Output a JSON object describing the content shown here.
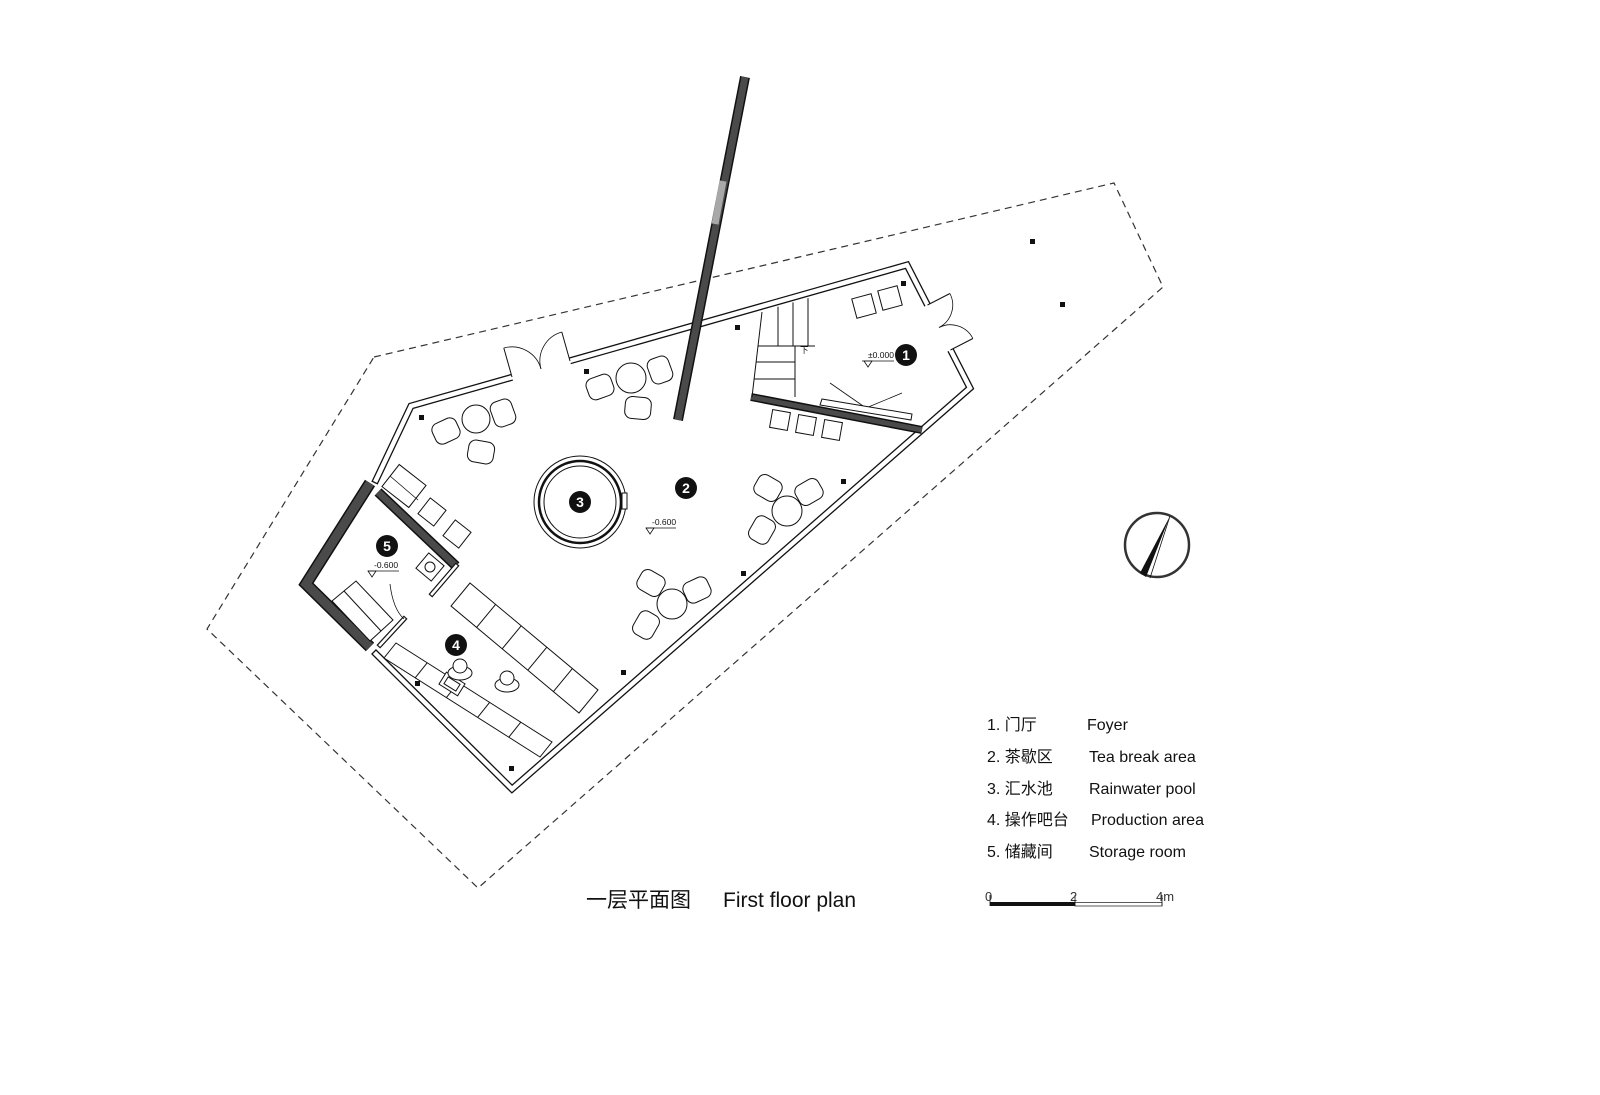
{
  "title": {
    "cn": "一层平面图",
    "en": "First floor plan"
  },
  "markers": [
    "1",
    "2",
    "3",
    "4",
    "5"
  ],
  "levels": {
    "foyer": "±0.000",
    "tea_break_area": "-0.600",
    "storage_room": "-0.600"
  },
  "stair_label": "下",
  "legend": [
    {
      "label": "1. 门厅",
      "name": "Foyer"
    },
    {
      "label": "2. 茶歇区",
      "name": "Tea break area"
    },
    {
      "label": "3. 汇水池",
      "name": "Rainwater pool"
    },
    {
      "label": "4. 操作吧台",
      "name": "Production area"
    },
    {
      "label": "5. 储藏间",
      "name": "Storage room"
    }
  ],
  "scale_bar": {
    "ticks": [
      "0",
      "2",
      "4m"
    ]
  },
  "icons": {
    "north": "north-arrow-icon"
  },
  "colors": {
    "line": "#111111",
    "wall": "#4a4a4a",
    "glass": "#a8a8a8",
    "background": "#ffffff"
  }
}
